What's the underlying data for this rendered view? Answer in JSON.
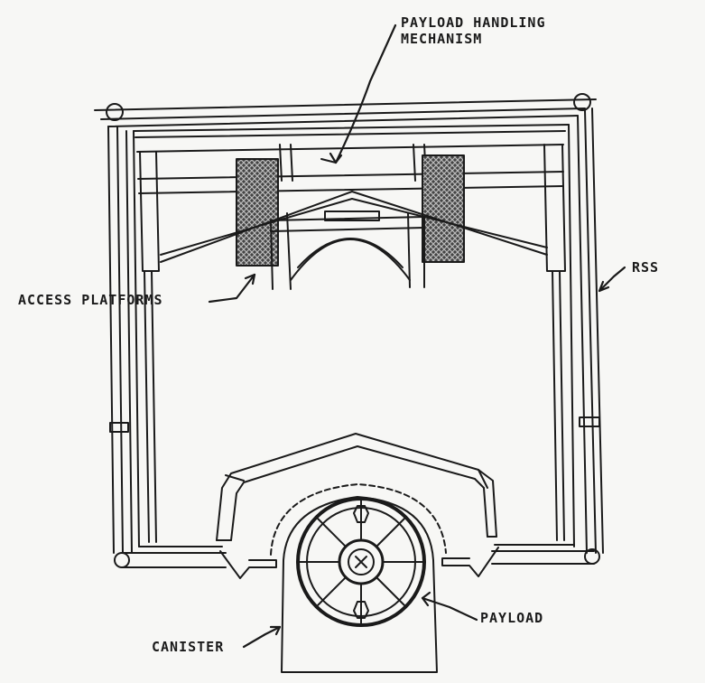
{
  "labels": {
    "payload_handling_line1": "PAYLOAD HANDLING",
    "payload_handling_line2": "MECHANISM",
    "access_platforms": "ACCESS PLATFORMS",
    "rss": "RSS",
    "payload": "PAYLOAD",
    "canister": "CANISTER"
  },
  "colors": {
    "ink": "#1a1a1a",
    "paper": "#f7f7f5"
  }
}
